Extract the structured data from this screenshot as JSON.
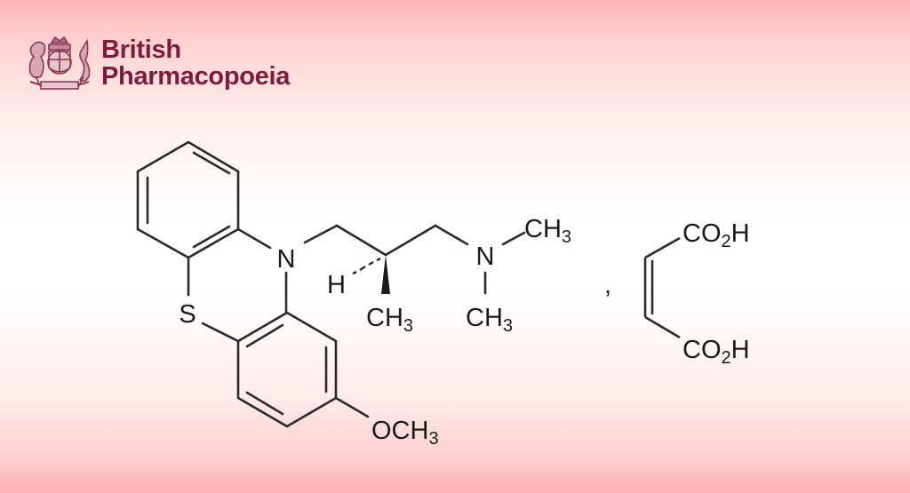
{
  "logo": {
    "line1": "British",
    "line2": "Pharmacopoeia",
    "brand_color": "#7d1c3e",
    "emblem": "royal-coat-of-arms-icon"
  },
  "molecule": {
    "description": "Levomepromazine (methotrimeprazine) maleate structural formula",
    "atoms": {
      "nitrogen_ring": "N",
      "sulfur": "S",
      "methoxy": "OCH",
      "methoxy_sub": "3",
      "stereo_h": "H",
      "methyl": "CH",
      "methyl_sub": "3",
      "amine_n": "N",
      "n_methyl_1": "CH",
      "n_methyl_1_sub": "3",
      "n_methyl_2": "CH",
      "n_methyl_2_sub": "3"
    },
    "separator": ",",
    "counterion": {
      "name": "maleic acid",
      "top_group": "CO",
      "top_group_sub": "2",
      "top_group_tail": "H",
      "bottom_group": "CO",
      "bottom_group_sub": "2",
      "bottom_group_tail": "H"
    },
    "bond_color": "#2a2a2a"
  }
}
